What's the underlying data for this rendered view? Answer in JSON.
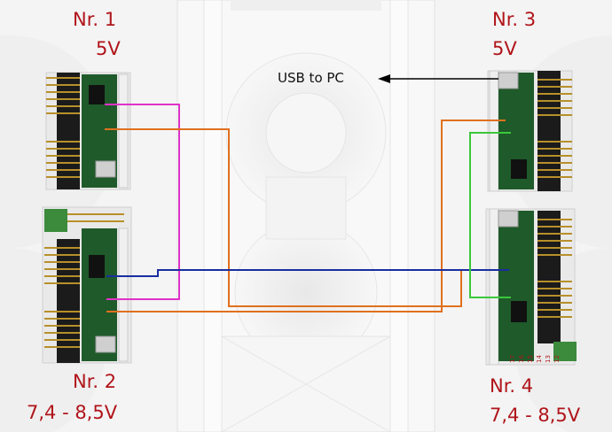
{
  "boards": [
    {
      "name": "Nr. 1",
      "voltage": "5V"
    },
    {
      "name": "Nr. 2",
      "voltage": "7,4 - 8,5V"
    },
    {
      "name": "Nr. 3",
      "voltage": "5V"
    },
    {
      "name": "Nr. 4",
      "voltage": "7,4 - 8,5V"
    }
  ],
  "usb_label": "USB to PC",
  "pin_numbers": [
    "17",
    "16",
    "15",
    "14",
    "13",
    "12"
  ],
  "colors": {
    "label_red": "#b0141a",
    "wire_magenta": "#e032c8",
    "wire_orange": "#e0701e",
    "wire_blue": "#1a2ea0",
    "wire_green": "#3ac83a",
    "pcb_green": "#1f5a2a",
    "header_gold": "#b8902a"
  },
  "icons": [
    "usb-arrow-icon",
    "servo-controller-board",
    "screw-terminal"
  ]
}
